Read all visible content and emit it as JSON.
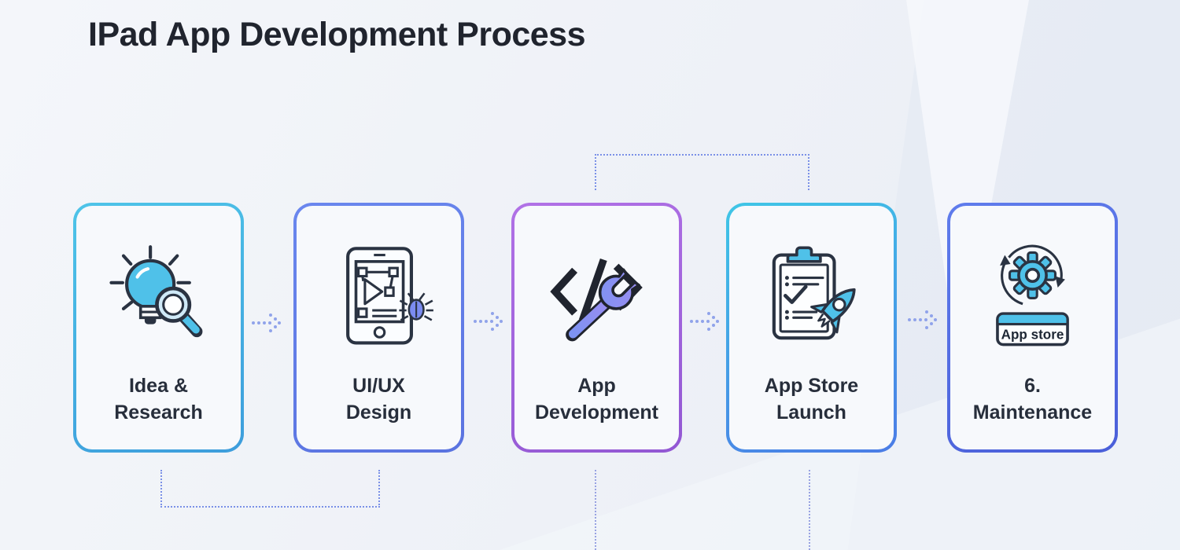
{
  "title": "IPad App Development Process",
  "steps": [
    {
      "name": "idea-research",
      "label": "Idea &\nResearch",
      "icon": "lightbulb-magnifier-icon",
      "border_from": "#4ec4e8",
      "border_to": "#3d9ddc"
    },
    {
      "name": "uiux-design",
      "label": "UI/UX\nDesign",
      "icon": "tablet-wireframe-bug-icon",
      "border_from": "#6a87ee",
      "border_to": "#5a73e0"
    },
    {
      "name": "app-development",
      "label": "App\nDevelopment",
      "icon": "code-wrench-icon",
      "border_from": "#b172e6",
      "border_to": "#9257d3"
    },
    {
      "name": "app-store-launch",
      "label": "App Store\nLaunch",
      "icon": "clipboard-rocket-icon",
      "border_from": "#3fc6e6",
      "border_to": "#4b7ce6"
    },
    {
      "name": "maintenance",
      "label": "6.\nMaintenance",
      "icon": "gear-refresh-appstore-icon",
      "border_from": "#5f7cec",
      "border_to": "#4a5fd9",
      "badge_label": "App store"
    }
  ],
  "colors": {
    "background_top": "#f4f6fa",
    "background_bottom": "#e9edf5",
    "card_background": "#f7f9fc",
    "title_text": "#20242e",
    "label_text": "#272e3b",
    "connector_dots": "#6e86e6",
    "arrow_dots": "#90a3ea",
    "icon_accent_cyan": "#4fc1e9",
    "icon_outline": "#2a3342",
    "bug_fill": "#7b8cf0",
    "wrench_gradient_from": "#9b8cf2",
    "wrench_gradient_to": "#7d93f2"
  }
}
